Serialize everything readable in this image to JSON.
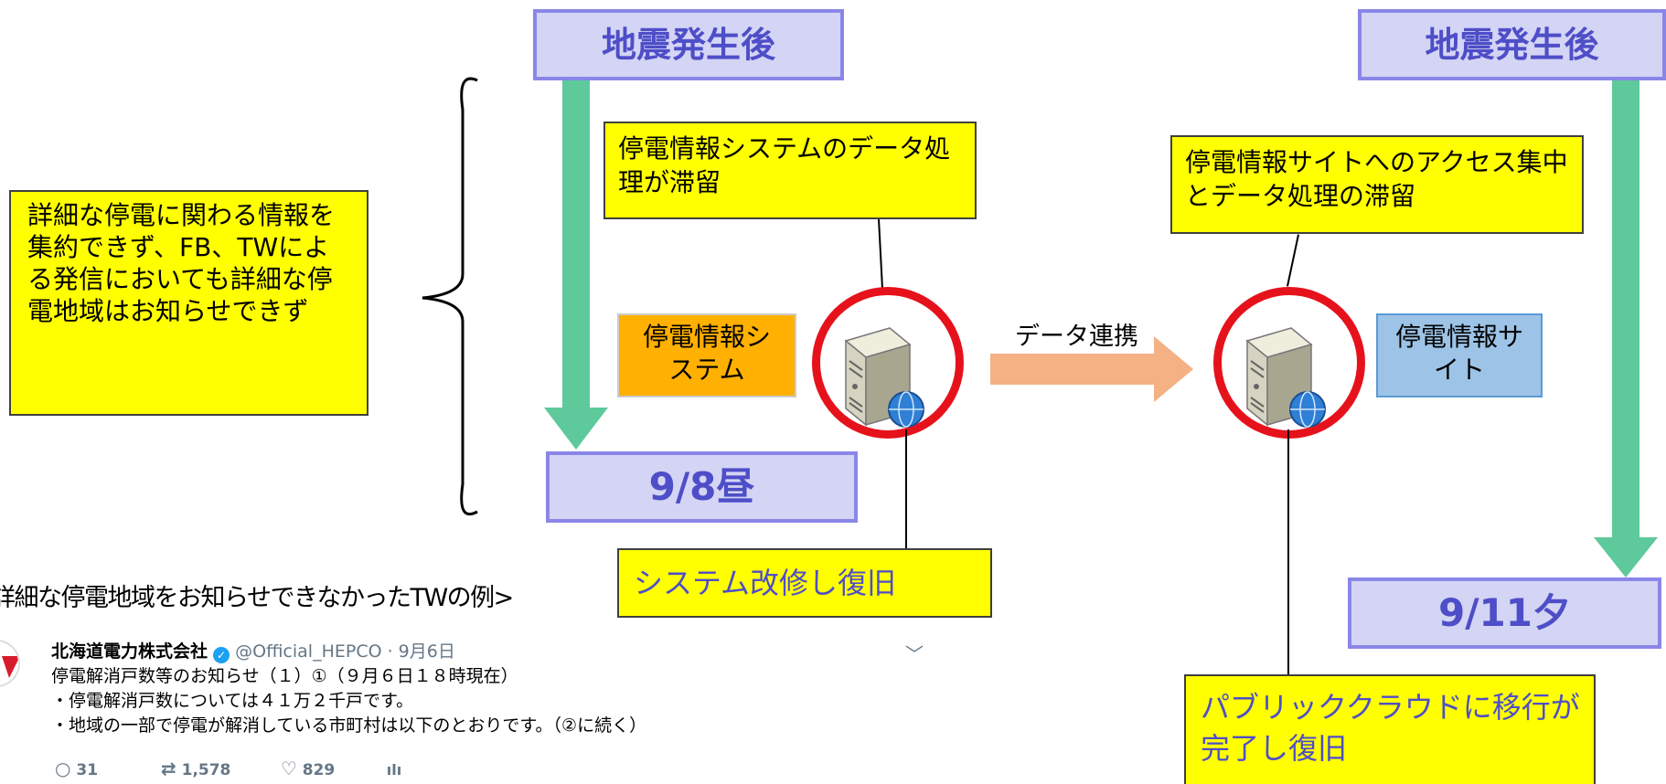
{
  "left_note": "詳細な停電に関わる情報を集約できず、FB、TWによる発信においても詳細な停電地域はお知らせできず",
  "timeline_left": {
    "start_label": "地震発生後",
    "end_label": "9/8昼",
    "issue": "停電情報システムのデータ処理が滞留",
    "system_label": "停電情報システム",
    "recovery": "システム改修し復旧"
  },
  "connection_label": "データ連携",
  "timeline_right": {
    "start_label": "地震発生後",
    "end_label": "9/11夕",
    "issue": "停電情報サイトへのアクセス集中とデータ処理の滞留",
    "site_label": "停電情報サイト",
    "recovery": "パブリッククラウドに移行が完了し復旧"
  },
  "tweet": {
    "caption": "詳細な停電地域をお知らせできなかったTWの例>",
    "account_name": "北海道電力株式会社",
    "handle_date": "@Official_HEPCO · 9月6日",
    "line1": "停電解消戸数等のお知らせ（１）①（９月６日１８時現在）",
    "line2": "・停電解消戸数については４１万２千戸です。",
    "line3": "・地域の一部で停電が解消している市町村は以下のとおりです。（②に続く）",
    "replies": "31",
    "retweets": "1,578",
    "likes": "829"
  },
  "colors": {
    "highlight_yellow": "#ffff00",
    "timeline_box": "#d4d4f5",
    "timeline_text": "#4e4ec8",
    "timeline_arrow": "#5ec99a",
    "system_box": "#ffb000",
    "site_box": "#9dc3e6",
    "data_arrow": "#f4b183",
    "ring_red": "#e6121b"
  }
}
